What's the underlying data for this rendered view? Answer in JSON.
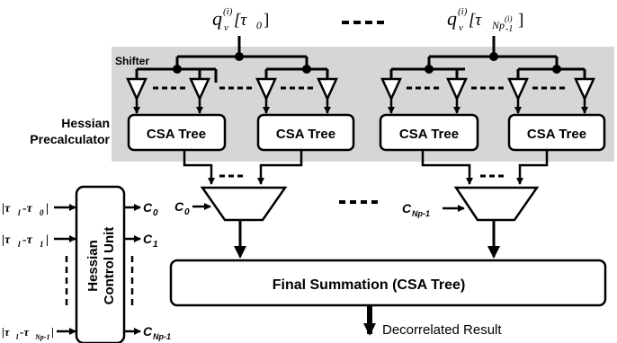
{
  "input_left": {
    "q": "q",
    "sup": "(i)",
    "sub": "v",
    "bracket": "[τ",
    "idx": "0",
    "close": "]"
  },
  "input_right": {
    "q": "q",
    "sup": "(i)",
    "sub": "v",
    "bracket": "[τ",
    "idx": "Np",
    "idx_sup": "(i)",
    "idx_tail": "-1",
    "close": "]"
  },
  "shifter_label": "Shifter",
  "precalc_label_line1": "Hessian",
  "precalc_label_line2": "Precalculator",
  "csa_tree_label": "CSA Tree",
  "mux_left_input": {
    "base": "C",
    "sub": "0"
  },
  "mux_right_input": {
    "base": "C",
    "sub": "Np-1"
  },
  "control_unit_line1": "Hessian",
  "control_unit_line2": "Control Unit",
  "control_inputs": [
    {
      "pre": "|τ",
      "sub1": "l",
      "mid": "-τ",
      "sub2": "0",
      "post": "|"
    },
    {
      "pre": "|τ",
      "sub1": "l",
      "mid": "-τ",
      "sub2": "1",
      "post": "|"
    },
    {
      "pre": "|τ",
      "sub1": "l",
      "mid": "-τ",
      "sub2": "Np-1",
      "post": "|"
    }
  ],
  "control_outputs": [
    {
      "base": "C",
      "sub": "0"
    },
    {
      "base": "C",
      "sub": "1"
    },
    {
      "base": "C",
      "sub": "Np-1"
    }
  ],
  "final_summation_label": "Final Summation (CSA Tree)",
  "output_label": "Decorrelated Result",
  "colors": {
    "precalc_bg": "#d6d6d6",
    "line": "#000000",
    "box_fill": "#ffffff"
  }
}
